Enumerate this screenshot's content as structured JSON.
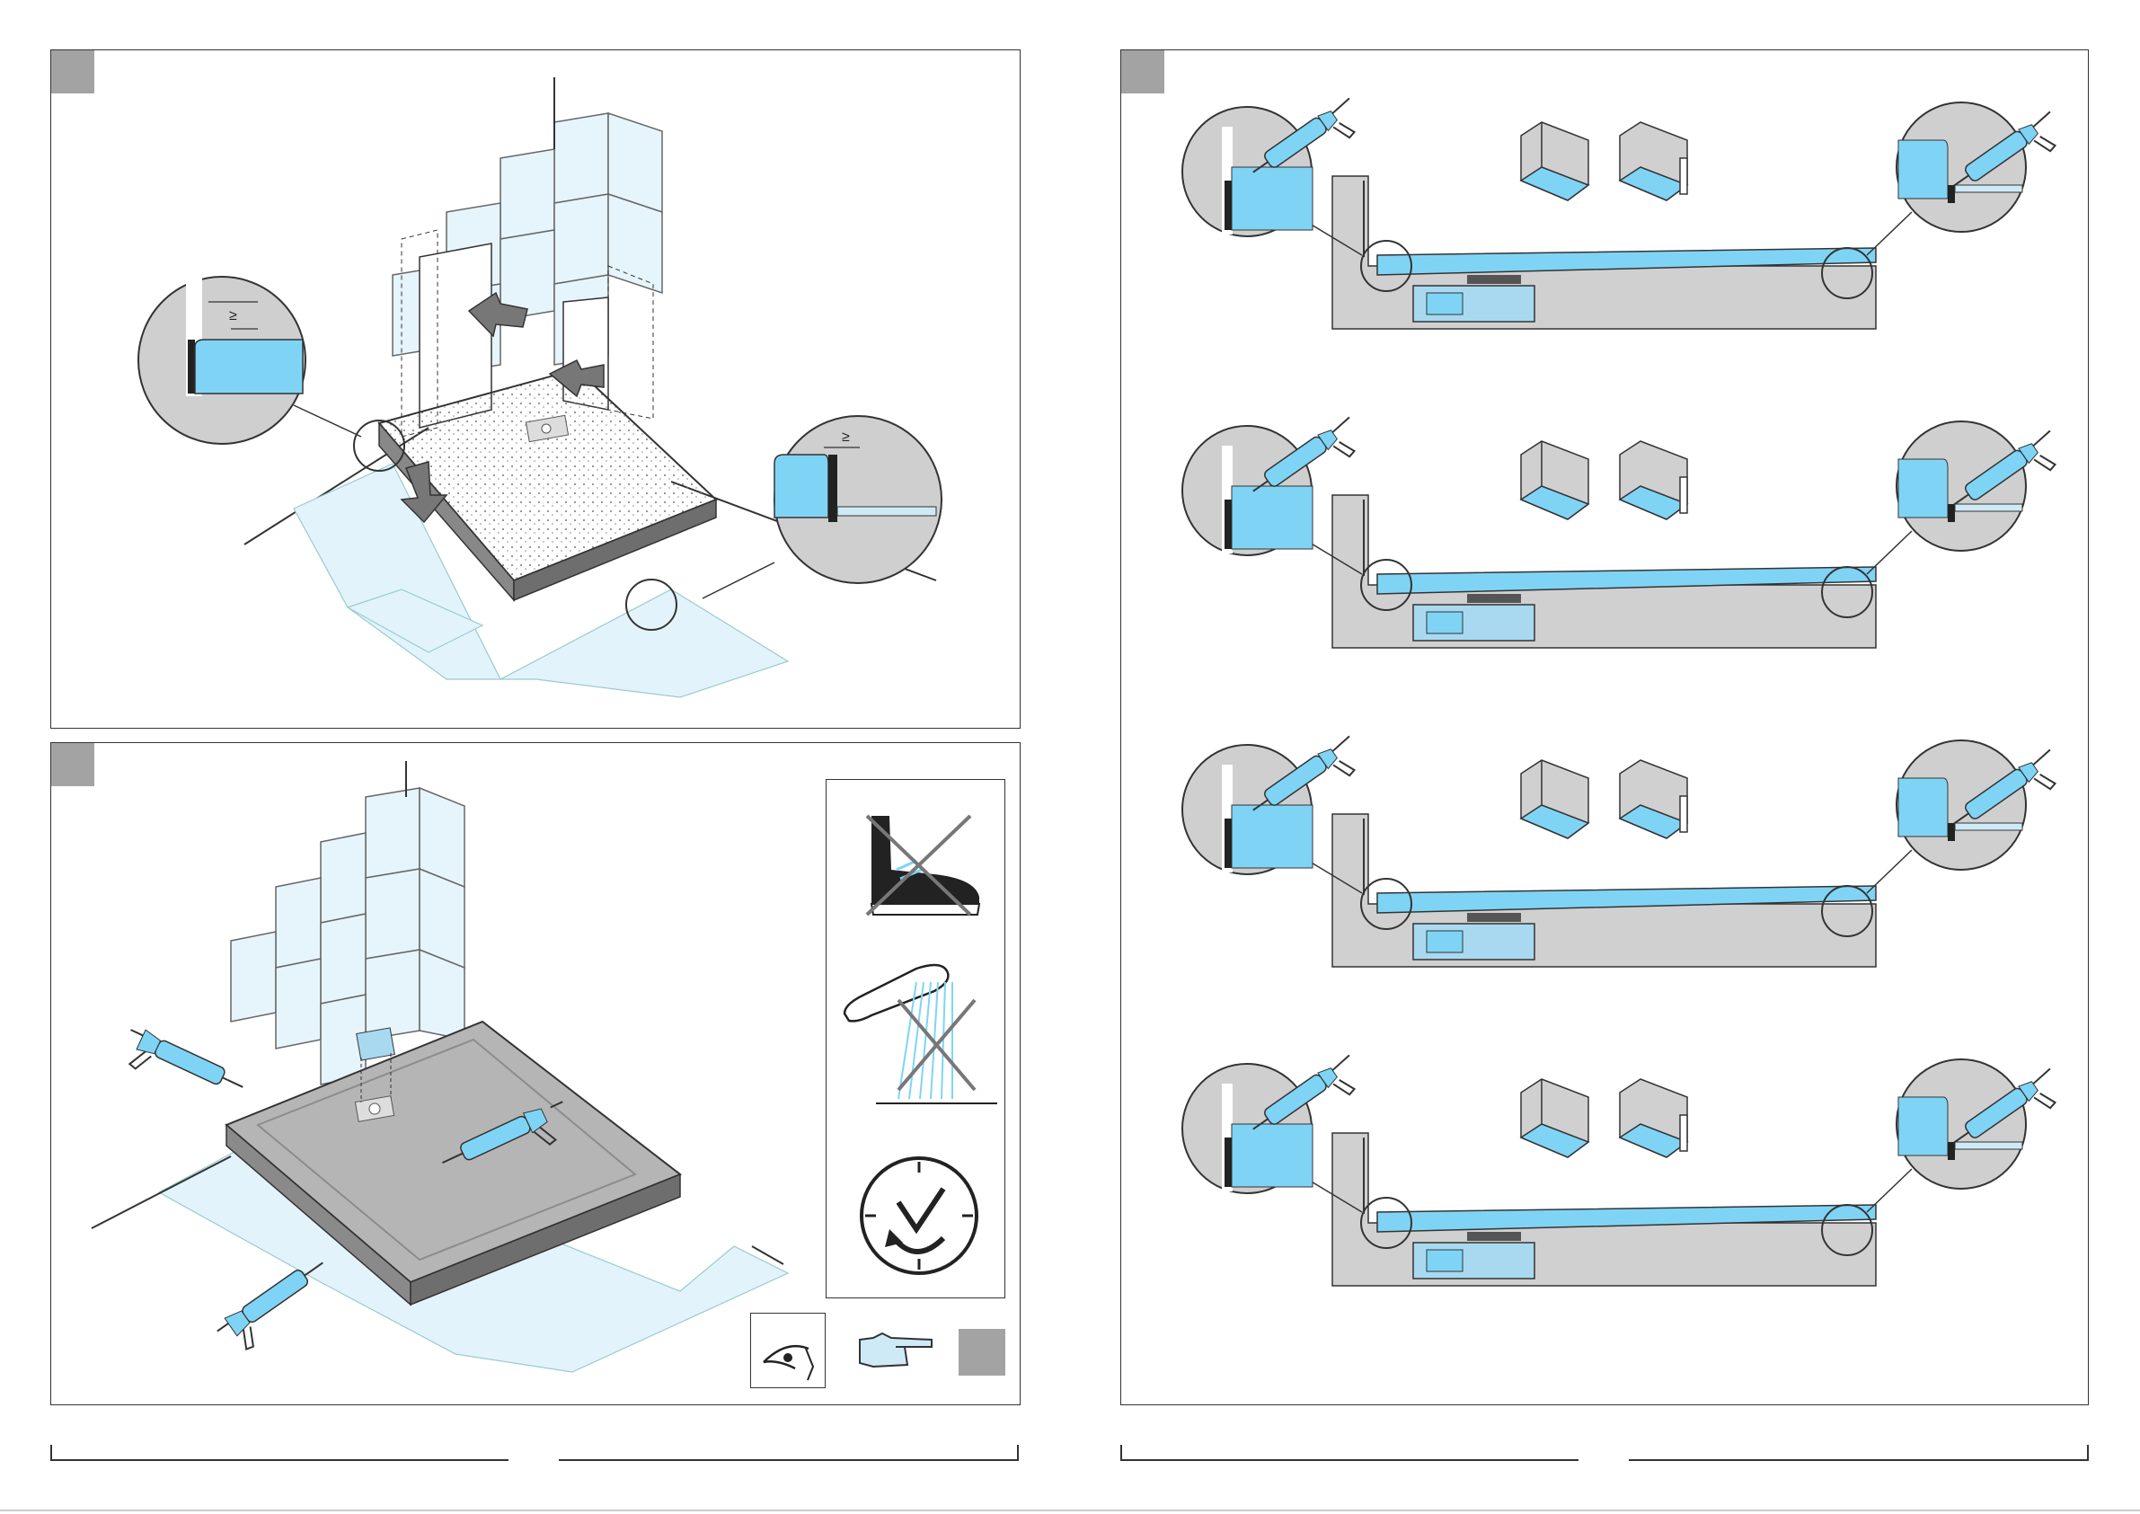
{
  "document": {
    "type": "installation-instructions",
    "language": "none"
  },
  "step1": {
    "gap_symbol_top": "≥",
    "gap_symbol_right": "≥"
  },
  "step3": {
    "sections": [
      "row-1",
      "row-2",
      "row-3",
      "row-4"
    ]
  },
  "icons": {
    "no_shoes": "no-shoes-icon",
    "no_shower": "no-water-icon",
    "wait_time": "clock-wait-icon",
    "eye": "eye-icon",
    "pointing_hand": "pointing-hand-icon",
    "silicone_gun": "silicone-gun-icon"
  },
  "colors": {
    "silicone_blue": "#7fd4f5",
    "tile_blue": "#cfeaf7",
    "tray_gray": "#a9a9a9",
    "badge_gray": "#a3a3a3",
    "floor_gray": "#d0d0d0",
    "line": "#333333"
  }
}
